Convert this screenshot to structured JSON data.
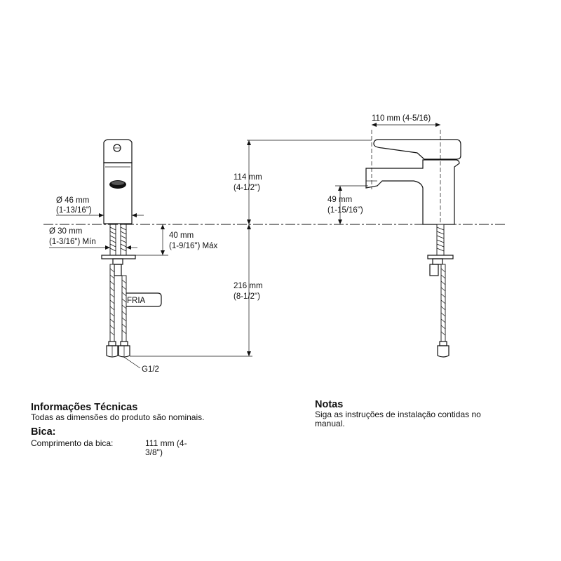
{
  "dimensions": {
    "dia_46_mm": "Ø 46 mm",
    "dia_46_in": "(1-13/16\")",
    "dia_30_mm": "Ø 30 mm",
    "dia_30_in": "(1-3/16\") Mín",
    "depth_40_mm": "40 mm",
    "depth_40_in": "(1-9/16\") Máx",
    "height_114_mm": "114 mm",
    "height_114_in": "(4-1/2\")",
    "height_216_mm": "216 mm",
    "height_216_in": "(8-1/2\")",
    "reach_110": "110 mm (4-5/16)",
    "spout_49_mm": "49 mm",
    "spout_49_in": "(1-15/16\")",
    "connection": "G1/2",
    "cold_label": "FRIA"
  },
  "tech_info": {
    "title": "Informações Técnicas",
    "subtitle": "Todas as dimensões do produto são nominais.",
    "section": "Bica:",
    "row_label": "Comprimento da bica:",
    "row_value": "111 mm (4-3/8\")"
  },
  "notes": {
    "title": "Notas",
    "text_line1": "Siga as instruções de instalação contidas no",
    "text_line2": "manual."
  }
}
